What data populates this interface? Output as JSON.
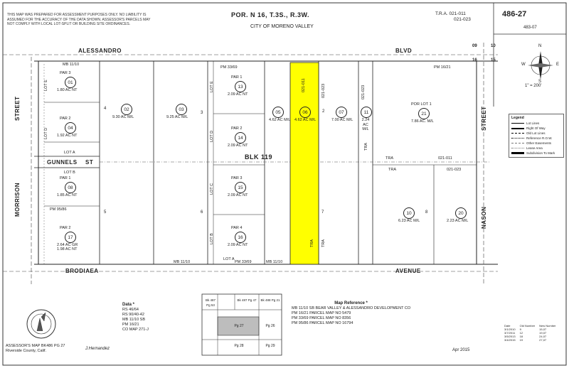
{
  "header": {
    "disclaimer": "This map was prepared for assessment purposes only. No liability is assumed for the accuracy of the data shown. Assessor's parcels may not comply with local lot-split or building site ordinances.",
    "portion": "POR. N 16, T.3S., R.3W.",
    "city": "CITY OF MORENO VALLEY",
    "tra_label": "T.R.A.",
    "tra_values": [
      "021-011",
      "021-023"
    ],
    "map_number": "486-27",
    "map_sub": "483-07"
  },
  "scale": "1\" = 200'",
  "compass": {
    "n": "N",
    "s": "S",
    "e": "E",
    "w": "W"
  },
  "legend": {
    "title": "Legend",
    "items": [
      "Lot Lines",
      "Right Of Way",
      "Old Lot Lines",
      "Reference R.O.W.",
      "Other Easements",
      "Lease Area",
      "Subdivision To Mark"
    ]
  },
  "streets": {
    "alessandro": "ALESSANDRO",
    "blvd": "BLVD",
    "brodiaea": "BRODIAEA",
    "avenue": "AVENUE",
    "morrison": "MORRISON",
    "morrison_street": "STREET",
    "nason": "NASON",
    "nason_street": "STREET",
    "gunnels": "GUNNELS",
    "gunnels_st": "ST"
  },
  "block": "BLK 119",
  "section_numbers": {
    "n09": "09",
    "n10": "10",
    "n16": "16",
    "n15": "15"
  },
  "parcels": [
    {
      "id": "p01",
      "num": "01",
      "par": "PAR 3",
      "area": "1.80 AC NT"
    },
    {
      "id": "p04",
      "num": "04",
      "par": "PAR 2",
      "area": "1.92 AC NT"
    },
    {
      "id": "p08",
      "num": "08",
      "par": "PAR 1",
      "area": "1.85 AC NT"
    },
    {
      "id": "p17",
      "num": "17",
      "par": "PAR 2",
      "area": "2.64 AC GR"
    },
    {
      "id": "p02",
      "num": "02",
      "par": "",
      "area": "9.30 AC M/L"
    },
    {
      "id": "p03",
      "num": "03",
      "par": "",
      "area": "9.25 AC M/L"
    },
    {
      "id": "p13",
      "num": "13",
      "par": "PAR 1",
      "area": "2.09 AC NT"
    },
    {
      "id": "p14",
      "num": "14",
      "par": "PAR 2",
      "area": "2.09 AC NT"
    },
    {
      "id": "p15",
      "num": "15",
      "par": "PAR 3",
      "area": "2.09 AC NT"
    },
    {
      "id": "p16",
      "num": "16",
      "par": "PAR 4",
      "area": "2.09 AC NT"
    },
    {
      "id": "p05",
      "num": "05",
      "par": "",
      "area": "4.62 AC M/L"
    },
    {
      "id": "p06",
      "num": "06",
      "par": "",
      "area": "4.62 AC M/L"
    },
    {
      "id": "p07",
      "num": "07",
      "par": "",
      "area": "7.00 AC M/L"
    },
    {
      "id": "p11",
      "num": "11",
      "par": "",
      "area": "2.24 AC M/L"
    },
    {
      "id": "p21",
      "num": "21",
      "par": "POR LOT 1",
      "area": "7.86 AC. M/L"
    },
    {
      "id": "p10",
      "num": "10",
      "par": "",
      "area": "6.23 AC M/L"
    },
    {
      "id": "p20",
      "num": "20",
      "par": "",
      "area": "2.23 AC M/L"
    }
  ],
  "p17_extra": "1.98 AC NT",
  "lot_numbers": {
    "l4": "4",
    "l3": "3",
    "l2": "2",
    "l5": "5",
    "l6": "6",
    "l7": "7",
    "l8": "8"
  },
  "lot_labels": {
    "lota_w": "LOT A",
    "lotb_w": "LOT B",
    "lote_w": "LOT E",
    "lotd_w": "LOT D",
    "lote_c": "LOT E",
    "lotd_c": "LOT D",
    "lotc_c": "LOT C",
    "lotb_c": "LOT B",
    "lota_s": "LOT A"
  },
  "tra_labels": {
    "t1": "021-011",
    "t2": "021-023",
    "t3": "021-023",
    "t4": "TRA",
    "t5": "TRA",
    "t6": "021-011",
    "t7": "TRA",
    "t8": "021-023",
    "t9": "TRA",
    "t10": "TRA"
  },
  "plat_refs": {
    "mb_w": "MB 11/10",
    "pm_w": "PM 95/86",
    "pm_c": "PM 33/69",
    "mb_c": "MB 11/10",
    "pm_s": "PM 33/69",
    "mb_s": "MB 11/10",
    "pm_e": "PM 16/21"
  },
  "data": {
    "title": "Data *",
    "lines": [
      "RS 46/64",
      "RS 90/40-42",
      "MB 11/10 SB",
      "PM 16/21",
      "CO MAP 271-J"
    ]
  },
  "index_map": {
    "cells": [
      "Bk 487 Pg 53",
      "Bk 487 Pg 47",
      "Bk 488 Pg 21",
      "Pg 27",
      "Pg 26",
      "Pg 28",
      "Pg 29"
    ]
  },
  "map_reference": {
    "title": "Map Reference *",
    "lines": [
      "MB  11/10   SB BEAR VALLEY & ALESSANDRO DEVELOPMENT CO",
      "PM  16/21   PARCEL MAP NO 5479",
      "PM  33/69   PARCEL MAP NO 8356",
      "PM  95/86   PARCEL MAP NO 16794"
    ]
  },
  "assessor": {
    "lines": [
      "ASSESSOR'S MAP BK486 PG 27",
      "Riverside County, Calif."
    ],
    "signature": "J.Hernandez"
  },
  "date": "Apr 2015",
  "history": {
    "headers": [
      "Date",
      "Old Number",
      "New Number"
    ],
    "rows": [
      [
        "3/1/2010",
        "9",
        "15,07"
      ],
      [
        "3/7/2011",
        "12",
        "19,07"
      ],
      [
        "3/5/2013",
        "18",
        "24,07"
      ],
      [
        "3/4/2015",
        "19",
        "27,07"
      ]
    ]
  }
}
